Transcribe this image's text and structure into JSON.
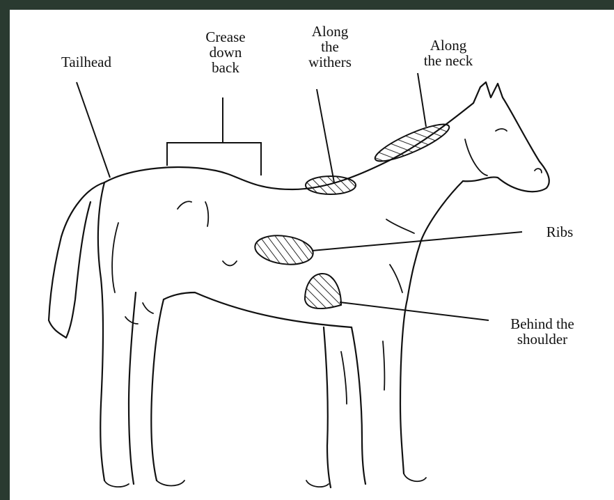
{
  "diagram": {
    "labels": {
      "tailhead": "Tailhead",
      "crease": "Crease\ndown\nback",
      "withers": "Along\nthe\nwithers",
      "neck": "Along\nthe neck",
      "ribs": "Ribs",
      "shoulder": "Behind the\nshoulder"
    }
  }
}
